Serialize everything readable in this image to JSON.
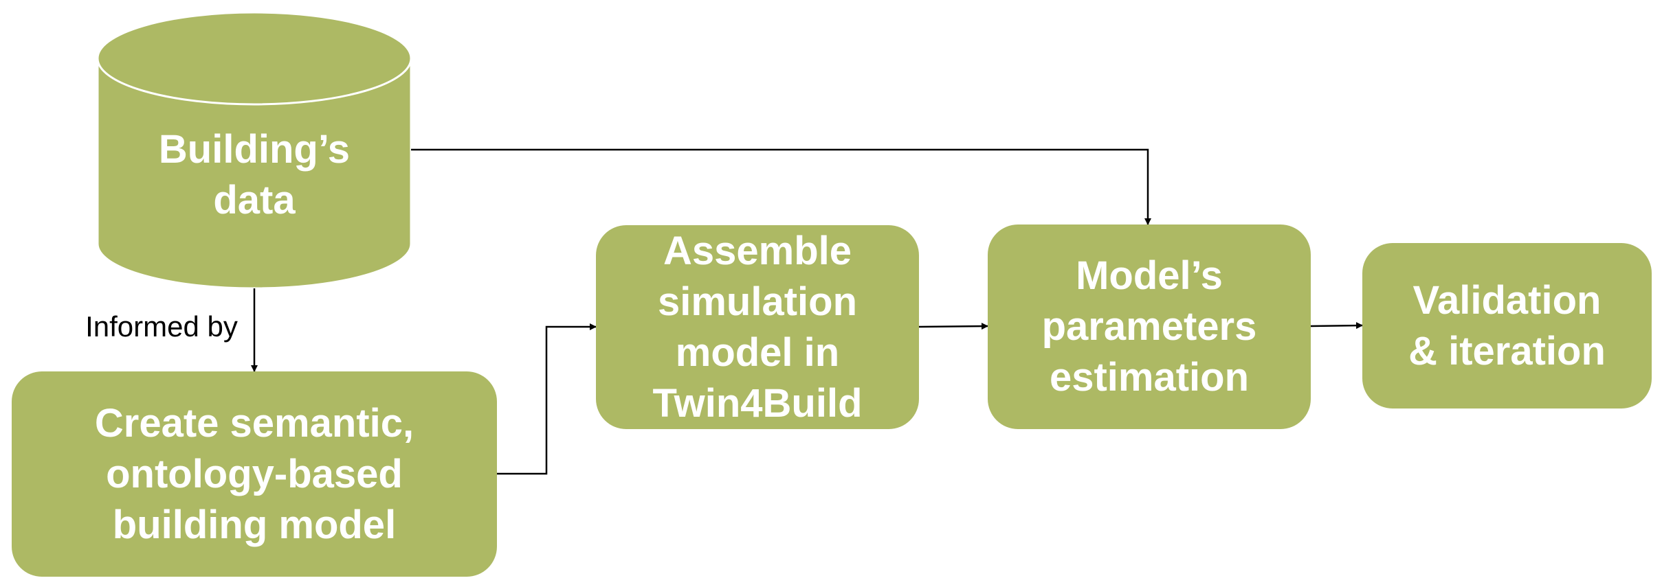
{
  "colors": {
    "box_fill": "#adb964",
    "box_text": "#ffffff",
    "arrow": "#000000",
    "background": "#ffffff"
  },
  "nodes": {
    "database": {
      "label": "Building’s\ndata",
      "shape": "cylinder"
    },
    "semantic_model": {
      "label": "Create semantic,\nontology-based\nbuilding model"
    },
    "assemble": {
      "label": "Assemble\nsimulation\nmodel in\nTwin4Build"
    },
    "parameters": {
      "label": "Model’s\nparameters\nestimation"
    },
    "validation": {
      "label": "Validation\n& iteration"
    }
  },
  "edges": {
    "informed_by_label": "Informed by"
  }
}
